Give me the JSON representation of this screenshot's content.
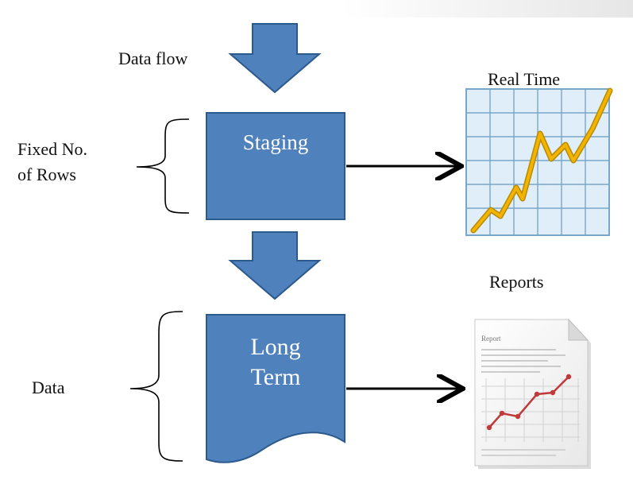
{
  "labels": {
    "data_flow": "Data flow",
    "real_time": "Real Time",
    "reports": "Reports",
    "fixed_rows_line1": "Fixed No.",
    "fixed_rows_line2": "of Rows",
    "data": "Data"
  },
  "boxes": {
    "staging": "Staging",
    "long_term_line1": "Long",
    "long_term_line2": "Term"
  },
  "report_doc": {
    "heading": "Report"
  },
  "colors": {
    "box_fill": "#4f81bd",
    "box_stroke": "#2c5a8c",
    "chart_line": "#f2b400",
    "grid_bg": "#dfeef8",
    "grid_line": "#7aa6c7",
    "report_line": "#c0393b"
  },
  "icons": [
    "down-arrow-icon",
    "right-arrow-icon",
    "curly-brace-icon",
    "line-chart-icon",
    "report-document-icon"
  ]
}
